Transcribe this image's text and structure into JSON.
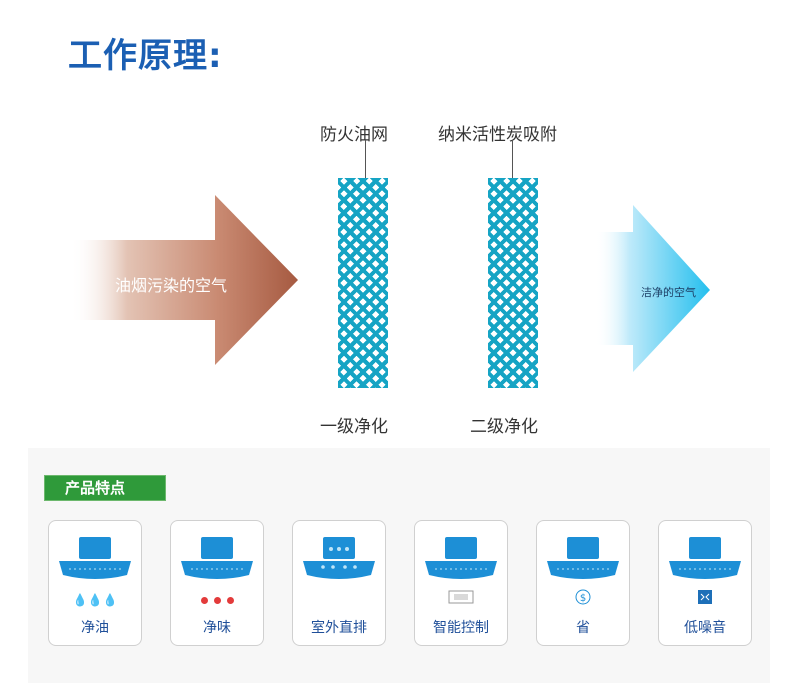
{
  "title": "工作原理:",
  "diagram": {
    "input_air": "油烟污染的空气",
    "output_air": "洁净的空气",
    "filters": [
      {
        "name": "防火油网",
        "stage": "一级净化"
      },
      {
        "name": "纳米活性炭吸附",
        "stage": "二级净化"
      }
    ],
    "colors": {
      "input_arrow": "#b86e55",
      "output_arrow": "#3fc6ee",
      "filter_mesh": "#16a4c4"
    }
  },
  "features": {
    "badge": "产品特点",
    "accent": "#2f9a3a",
    "items": [
      {
        "label": "净油",
        "icon": "oil-drops-icon"
      },
      {
        "label": "净味",
        "icon": "red-dots-icon"
      },
      {
        "label": "室外直排",
        "icon": "exhaust-holes-icon"
      },
      {
        "label": "智能控制",
        "icon": "control-panel-icon"
      },
      {
        "label": "省",
        "icon": "money-coin-icon"
      },
      {
        "label": "低噪音",
        "icon": "low-noise-icon"
      }
    ]
  }
}
